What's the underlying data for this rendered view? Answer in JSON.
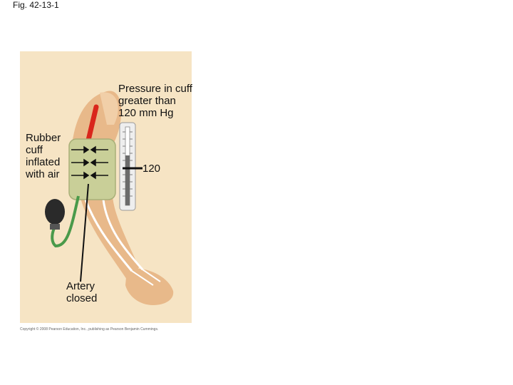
{
  "figure": {
    "label": "Fig. 42-13-1",
    "copyright": "Copyright © 2008 Pearson Education, Inc., publishing as Pearson Benjamin Cummings."
  },
  "labels": {
    "pressure": "Pressure in cuff\ngreater than\n120 mm Hg",
    "cuff": "Rubber\ncuff\ninflated\nwith air",
    "artery": "Artery\nclosed",
    "gauge_value": "120"
  },
  "colors": {
    "panel": "#f6e4c4",
    "skin": "#e8b98a",
    "cuff": "#c9cf98",
    "artery": "#d9261c",
    "bulb": "#2a2a2a",
    "tube": "#4a9a4a"
  }
}
